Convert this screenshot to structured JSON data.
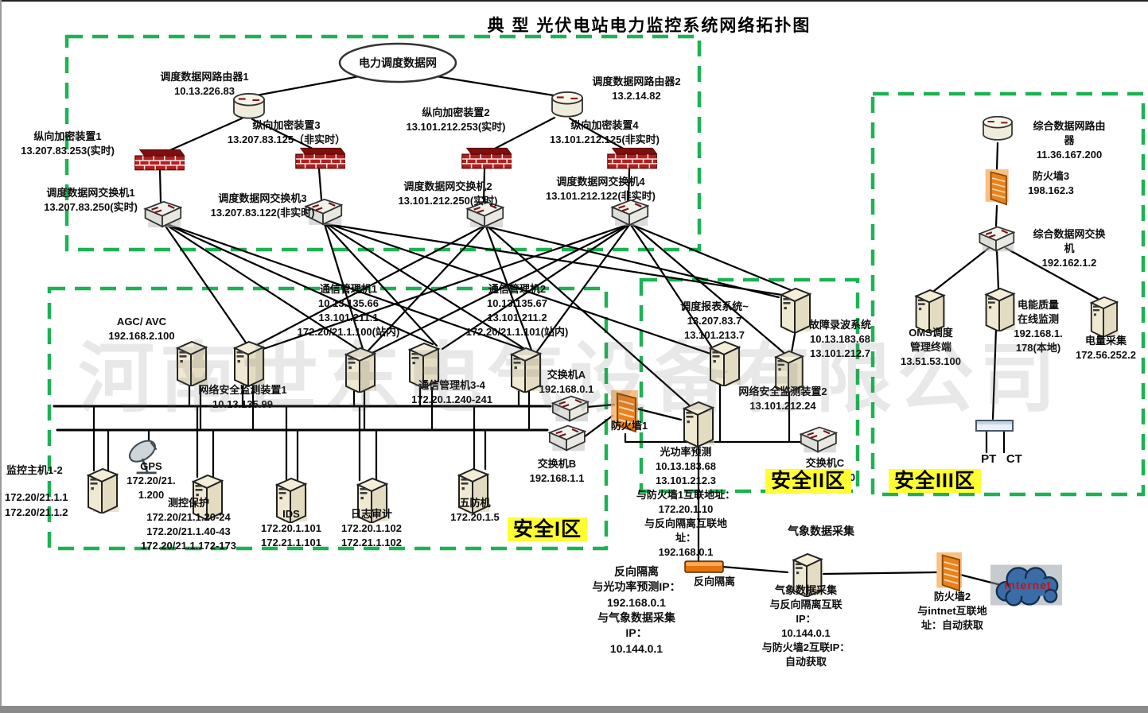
{
  "title": "典 型  光伏电站电力监控系统网络拓扑图",
  "watermark": "河南世东电气设备有限公司",
  "colors": {
    "zone_border": "#1db254",
    "badge_bg": "#ffff33",
    "brick_red": "#b32020",
    "firewall_orange": "#e8821e",
    "cloud_blue": "#3a6ca8",
    "line": "#000000"
  },
  "icons": {
    "router": "cylinder-router-icon",
    "switch": "3d-box-switch-icon",
    "server": "tower-server-icon",
    "encryption": "red-brick-wall-icon",
    "firewall": "orange-panel-firewall-icon",
    "gps": "satellite-dish-icon",
    "internet": "blue-cloud-icon",
    "isolation": "orange-bar-icon",
    "ptct": "terminal-bar-icon"
  },
  "zones": {
    "dispatch": {
      "cloud": "电力调度数据网",
      "router1": "调度数据网路由器1\n10.13.226.83",
      "router2": "调度数据网路由器2\n13.2.14.82",
      "enc1": "纵向加密装置1\n13.207.83.253(实时)",
      "enc2": "纵向加密装置2\n13.101.212.253(实时)",
      "enc3": "纵向加密装置3\n13.207.83.125（非实时）",
      "enc4": "纵向加密装置4\n13.101.212.125(非实时)",
      "sw1": "调度数据网交换机1\n13.207.83.250(实时)",
      "sw2": "调度数据网交换机2\n13.101.212.250(实时)",
      "sw3": "调度数据网交换机3\n13.207.83.122(非实时)",
      "sw4": "调度数据网交换机4\n13.101.212.122(非实时)"
    },
    "zone1": {
      "badge": "安全I区",
      "agc": "AGC/ AVC\n192.168.2.100",
      "netmon1": "网络安全监测装置1\n10.13.135.99",
      "comm1": "通信管理机1\n10.13.135.66\n13.101.211.1\n172.20/21.1.100(站内)",
      "comm2": "通信管理机2\n10.13.135.67\n13.101.211.2\n172.20/21.1.101(站内)",
      "comm34": "通信管理机3-4\n172.20.1.240-241",
      "monitor_name": "监控主机1-2",
      "monitor_ips": "172.20/21.1.1\n172.20/21.1.2",
      "gps": "GPS\n172.20/21.\n1.200",
      "cekong": "测控保护\n172.20/21.1.20-24\n172.20/21.1.40-43\n172.20/21.1.172-173",
      "ids": "IDS\n172.20.1.101\n172.21.1.101",
      "log": "日志审计\n172.20.1.102\n172.21.1.102",
      "wufang": "五防机\n172.20.1.5",
      "swA": "交换机A\n192.168.0.1",
      "swB": "交换机B\n192.168.1.1",
      "fw1": "防火墙1"
    },
    "zone2": {
      "badge": "安全II区",
      "report": "调度报表系统~\n13.207.83.7\n13.101.213.7",
      "fault": "故障录波系统\n10.13.183.68\n13.101.212.7",
      "netmon2": "网络安全监测装置2\n13.101.212.24",
      "solar": "光功率预测\n10.13.183.68\n13.101.212.3\n与防火墙1互联地址：\n172.20.1.10\n与反向隔离互联地\n址：\n192.168.0.1",
      "swC": "交换机C\n192.168.1.10"
    },
    "zone3": {
      "badge": "安全III区",
      "router": "综合数据网路由器\n11.36.167.200",
      "fw3": "防火墙3\n198.162.3",
      "switch": "综合数据网交换机\n192.162.1.2",
      "oms": "OMS调度\n管理终端\n13.51.53.100",
      "pq": "电能质量\n在线监测\n192.168.1.\n178(本地)",
      "energy": "电量采集\n172.56.252.2",
      "ptct": "PT   CT"
    },
    "bottom": {
      "isolation_label": "反向隔离",
      "isolation_info": "反向隔离\n与光功率预测IP：\n192.168.0.1\n与气象数据采集\nIP：\n10.144.0.1",
      "weather_title": "气象数据采集",
      "weather_info": "气象数据采集\n与反向隔离互联\nIP：\n10.144.0.1\n与防火墙2互联IP：\n自动获取",
      "fw2": "防火墙2\n与intnet互联地\n址：自动获取",
      "internet": "Internet"
    }
  }
}
